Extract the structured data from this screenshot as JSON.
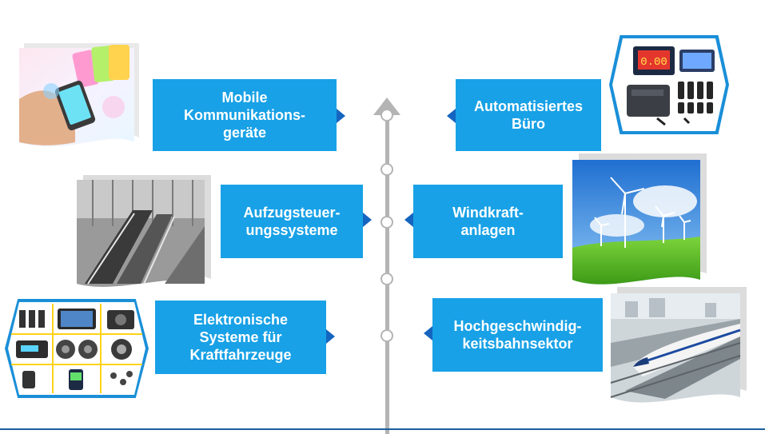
{
  "colors": {
    "label_fill": "#18a1e6",
    "pointer": "#1565c0",
    "axis": "#b4b4b4",
    "bottom_rule": "#1a5f9e"
  },
  "labels": {
    "mobile": [
      "Mobile",
      "Kommunikations-",
      "geräte"
    ],
    "buero": [
      "Automatisiertes",
      "Büro"
    ],
    "aufzug": [
      "Aufzugsteuer-",
      "ungssysteme"
    ],
    "windkraft": [
      "Windkraft-",
      "anlagen"
    ],
    "kfz": [
      "Elektronische",
      "Systeme für",
      "Kraftfahrzeuge"
    ],
    "bahn": [
      "Hochgeschwindig-",
      "keitsbahnsektor"
    ]
  },
  "photos": {
    "smartphones": "smartphones-photo",
    "office_devices": "office-devices-photo",
    "escalator": "escalator-photo",
    "wind_turbines": "wind-turbines-photo",
    "car_electronics": "car-electronics-photo",
    "highspeed_train": "highspeed-train-photo"
  }
}
